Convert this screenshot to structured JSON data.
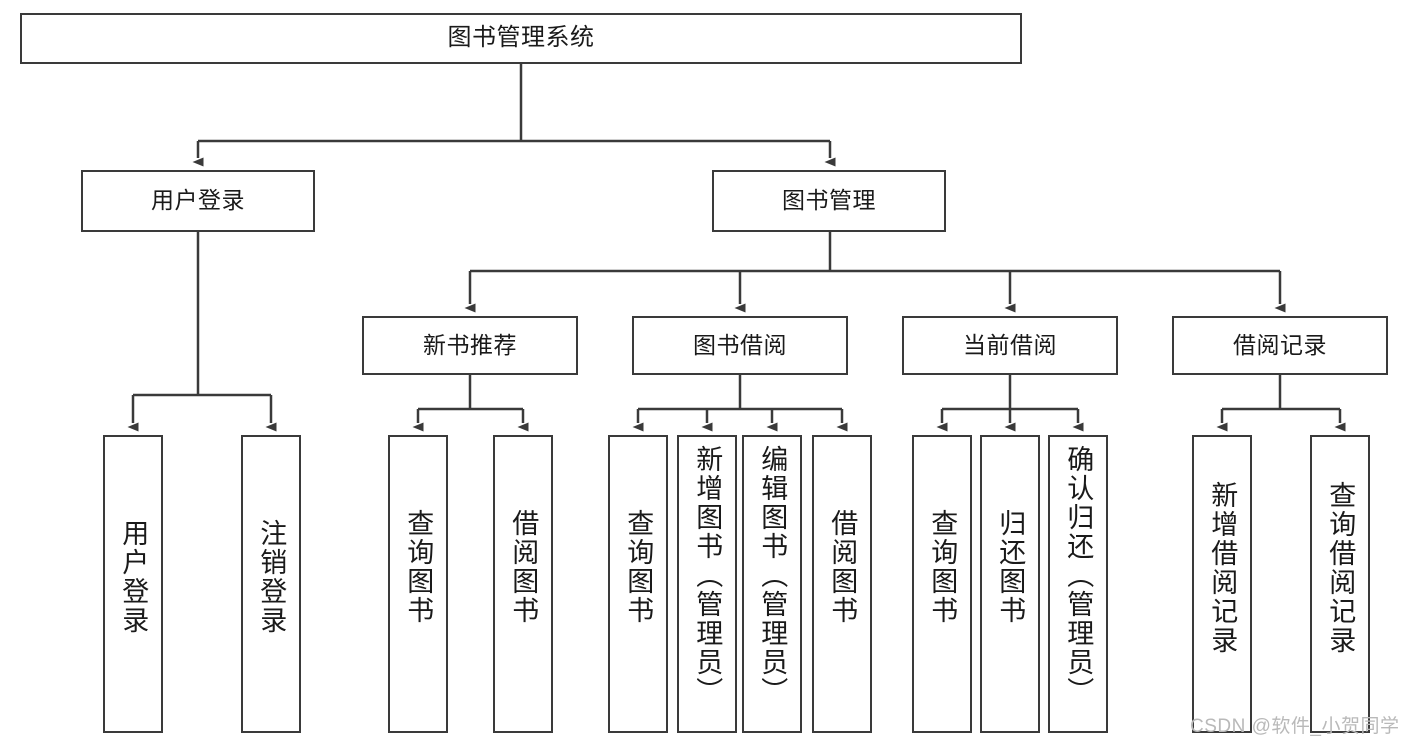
{
  "diagram": {
    "type": "tree-hierarchy",
    "title": "图书管理系统",
    "watermark": "CSDN @软件_小贺同学",
    "colors": {
      "stroke": "#3a3a3a",
      "fill": "#ffffff",
      "text": "#1a1a1a",
      "watermark": "#b9b9b9"
    },
    "nodes": {
      "root": {
        "label": "图书管理系统",
        "level": 0
      },
      "l1": [
        {
          "id": "user-login",
          "label": "用户登录"
        },
        {
          "id": "book-manage",
          "label": "图书管理"
        }
      ],
      "l2": [
        {
          "id": "new-book-recommend",
          "label": "新书推荐",
          "parent": "book-manage"
        },
        {
          "id": "book-borrow",
          "label": "图书借阅",
          "parent": "book-manage"
        },
        {
          "id": "current-borrow",
          "label": "当前借阅",
          "parent": "book-manage"
        },
        {
          "id": "borrow-record",
          "label": "借阅记录",
          "parent": "book-manage"
        }
      ],
      "leaves": {
        "user-login": [
          {
            "id": "leaf-user-login",
            "label": "用户登录"
          },
          {
            "id": "leaf-logout-login",
            "label": "注销登录"
          }
        ],
        "new-book-recommend": [
          {
            "id": "leaf-query-book-1",
            "label": "查询图书"
          },
          {
            "id": "leaf-borrow-book-1",
            "label": "借阅图书"
          }
        ],
        "book-borrow": [
          {
            "id": "leaf-query-book-2",
            "label": "查询图书"
          },
          {
            "id": "leaf-add-book",
            "label": "新增图书（管理员）"
          },
          {
            "id": "leaf-edit-book",
            "label": "编辑图书（管理员）"
          },
          {
            "id": "leaf-borrow-book-2",
            "label": "借阅图书"
          }
        ],
        "current-borrow": [
          {
            "id": "leaf-query-book-3",
            "label": "查询图书"
          },
          {
            "id": "leaf-return-book",
            "label": "归还图书"
          },
          {
            "id": "leaf-confirm-return",
            "label": "确认归还（管理员）"
          }
        ],
        "borrow-record": [
          {
            "id": "leaf-add-record",
            "label": "新增借阅记录"
          },
          {
            "id": "leaf-query-record",
            "label": "查询借阅记录"
          }
        ]
      }
    }
  }
}
